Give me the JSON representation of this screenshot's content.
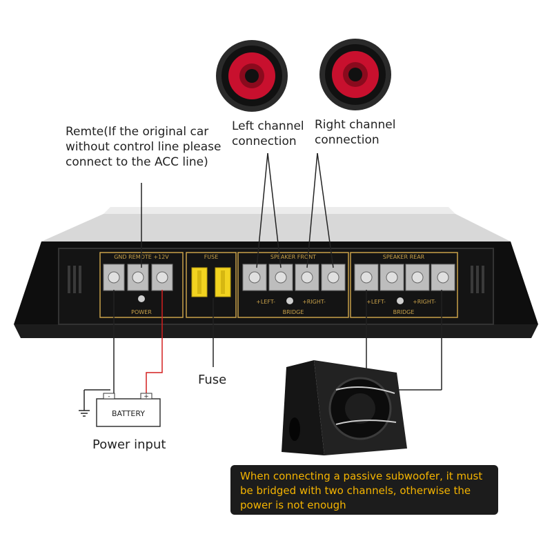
{
  "callouts": {
    "remote_note": [
      "Remte(If the original car",
      "without control line please",
      "connect to the ACC line)"
    ],
    "left_channel": [
      "Left channel",
      "connection"
    ],
    "right_channel": [
      "Right channel",
      "connection"
    ],
    "fuse": "Fuse",
    "power_input": "Power input",
    "subwoofer_note": "When connecting a passive subwoofer, it must be bridged with two channels, otherwise the power is not enough"
  },
  "panel": {
    "power_group": "GND REMOTE +12V",
    "power_caption": "POWER",
    "fuse_group": "FUSE",
    "front_group": "SPEAKER FRONT",
    "rear_group": "SPEAKER REAR",
    "left_tag": "+LEFT-",
    "right_tag": "+RIGHT-",
    "bridge_tag": "BRIDGE"
  },
  "battery": {
    "label": "BATTERY",
    "minus": "-",
    "plus": "+"
  },
  "colors": {
    "amp_body": "#0e0e0e",
    "gold_print": "#c9a24a",
    "fuse_yellow": "#f2d320",
    "speaker_cone": "#c8102e",
    "note_bg": "#1c1c1c",
    "note_text": "#f5b400",
    "positive_wire": "#d31f1f"
  }
}
